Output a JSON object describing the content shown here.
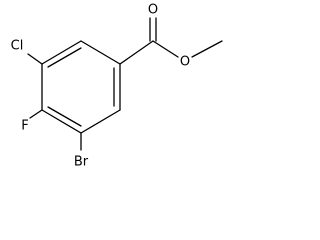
{
  "molecule": {
    "atoms": {
      "oxygen_carbonyl": "O",
      "oxygen_ester": "O",
      "chlorine": "Cl",
      "fluorine": "F",
      "bromine": "Br"
    }
  }
}
